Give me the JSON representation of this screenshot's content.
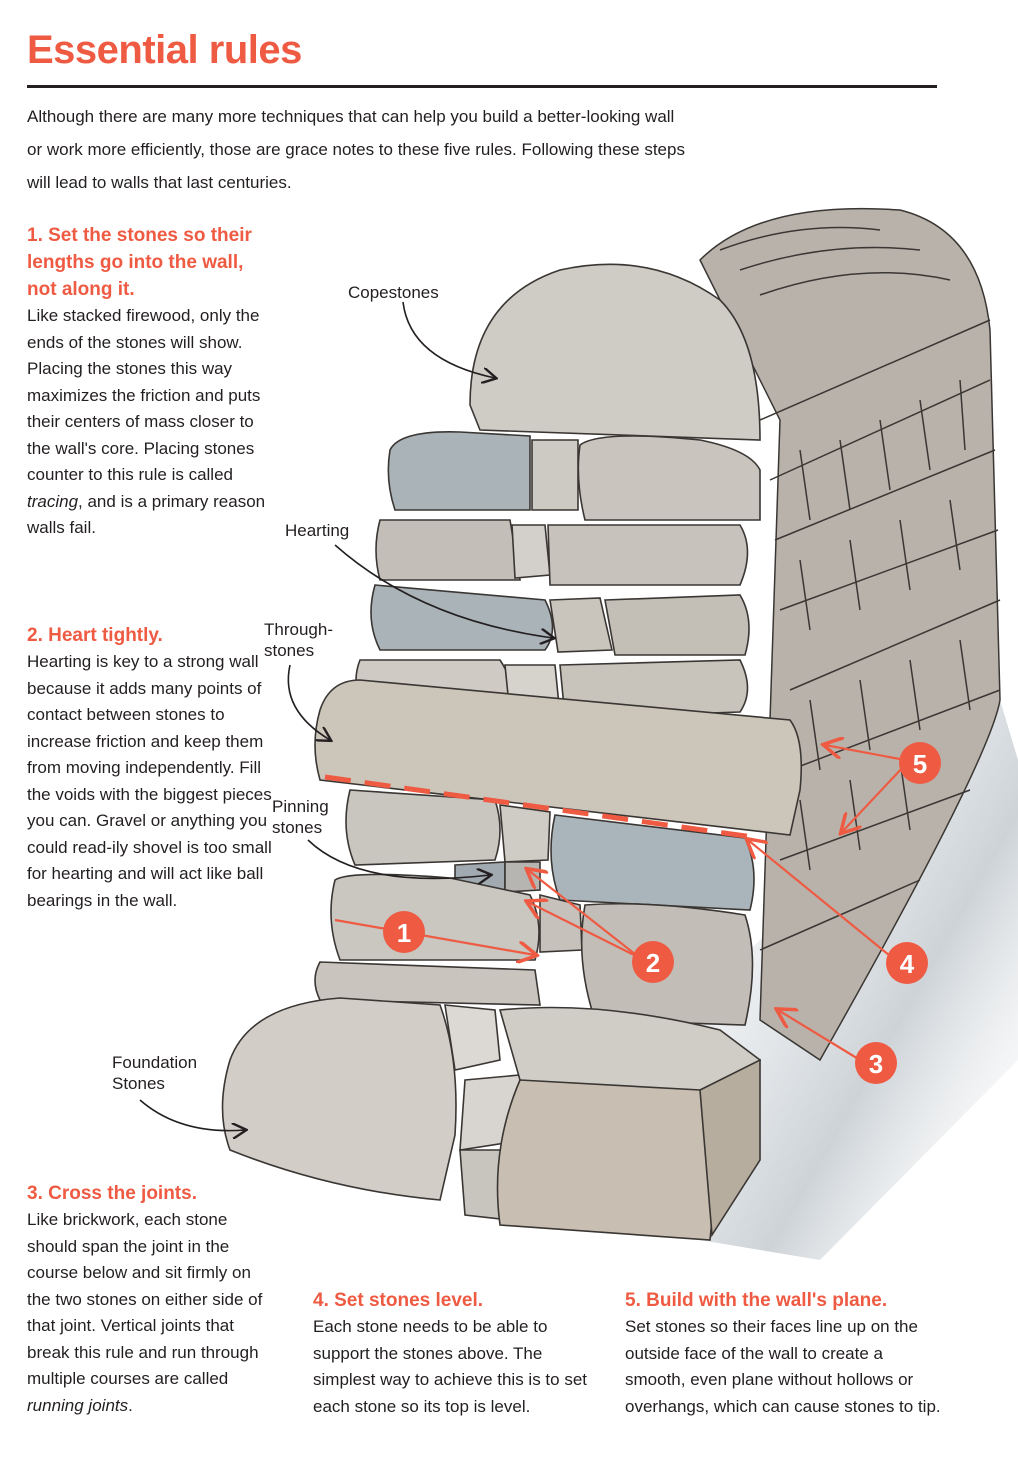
{
  "header": {
    "title": "Essential rules",
    "intro": "Although there are many more techniques that can help you build a better-looking wall or work more efficiently, those are grace notes to these five rules. Following these steps will lead to walls that last centuries."
  },
  "rules": [
    {
      "number": "1",
      "heading": "1. Set the stones so their lengths go into the wall, not along it.",
      "body_before_italic": "Like stacked firewood, only the ends of the stones will show. Placing the stones this way maximizes the friction and puts their centers of mass closer to the wall's core. Placing stones counter to this rule is called ",
      "italic": "tracing",
      "body_after_italic": ", and is a primary reason walls fail."
    },
    {
      "number": "2",
      "heading": "2. Heart tightly.",
      "body": "Hearting is key to a strong wall because it adds many points of contact between stones to increase friction and keep them from moving independently. Fill the voids with the biggest pieces you can. Gravel or anything you could read-ily shovel is too small for hearting and will act like ball bearings in the wall."
    },
    {
      "number": "3",
      "heading": "3. Cross the joints.",
      "body_before_italic": "Like brickwork, each stone should span the joint in the course below and sit firmly on the two stones on either side of that joint. Vertical joints that break this rule and run through multiple courses are called ",
      "italic": "running joints",
      "body_after_italic": "."
    },
    {
      "number": "4",
      "heading": "4. Set stones level.",
      "body": "Each stone needs to be able to support the stones above. The simplest way to achieve this is to set each stone so its top is level."
    },
    {
      "number": "5",
      "heading": "5. Build with the wall's plane.",
      "body": "Set stones so their faces line up on the outside face of the wall to create a smooth, even plane without hollows or overhangs, which can cause stones to tip."
    }
  ],
  "diagram": {
    "labels": {
      "copestones": "Copestones",
      "hearting": "Hearting",
      "throughstones_1": "Through-",
      "throughstones_2": "stones",
      "pinning_1": "Pinning",
      "pinning_2": "stones",
      "foundation_1": "Foundation",
      "foundation_2": "Stones"
    },
    "badges": [
      "1",
      "2",
      "3",
      "4",
      "5"
    ]
  },
  "colors": {
    "accent": "#ef5a42",
    "text": "#231f20",
    "stone_light": "#d9d6d1",
    "stone_mid": "#bfbab3",
    "stone_dark": "#9d968d",
    "stone_blue": "#aab4b8",
    "joint": "#3a3633"
  }
}
